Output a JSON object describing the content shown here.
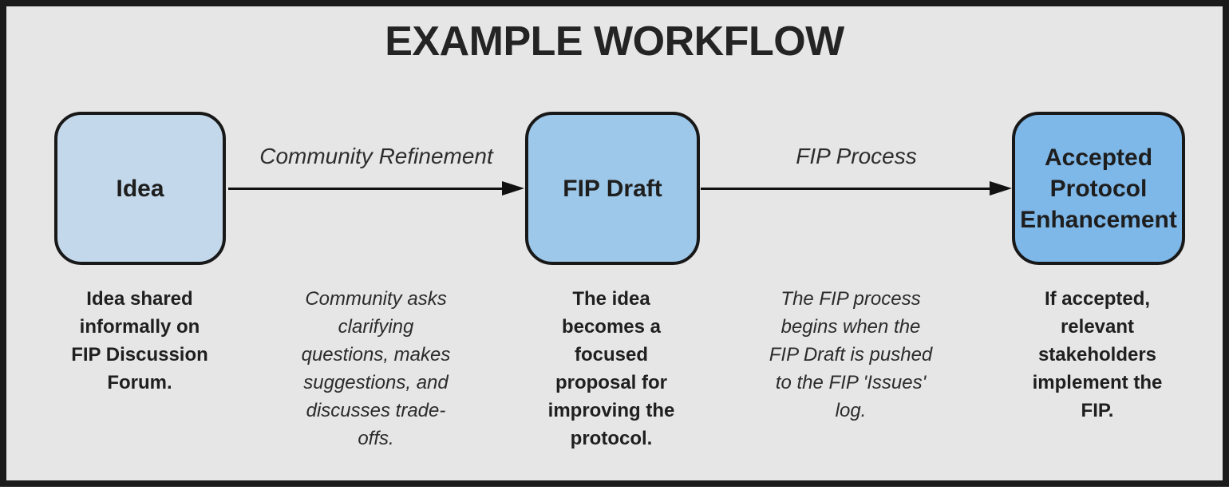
{
  "title": "EXAMPLE WORKFLOW",
  "theme": {
    "background": "#e6e6e6",
    "frame_border": "#1b1b1b",
    "node_border": "#181818",
    "arrow_color": "#111111",
    "node_fills": [
      "#c3d8ea",
      "#9dc8ea",
      "#7eb8e9"
    ]
  },
  "nodes": [
    {
      "id": "idea",
      "label": "Idea",
      "fill": "#c3d8ea",
      "description": "Idea shared\ninformally on\nFIP Discussion\nForum."
    },
    {
      "id": "fip-draft",
      "label": "FIP Draft",
      "fill": "#9dc8ea",
      "description": "The idea\nbecomes a\nfocused\nproposal for\nimproving the\nprotocol."
    },
    {
      "id": "accepted-protocol-enhancement",
      "label": "Accepted\nProtocol\nEnhancement",
      "fill": "#7eb8e9",
      "description": "If accepted,\nrelevant\nstakeholders\nimplement the\nFIP."
    }
  ],
  "edges": [
    {
      "label": "Community Refinement",
      "description": "Community asks\nclarifying\nquestions, makes\nsuggestions, and\ndiscusses trade-\noffs."
    },
    {
      "label": "FIP Process",
      "description": "The FIP process\nbegins when the\nFIP Draft is pushed\nto the FIP 'Issues'\nlog."
    }
  ]
}
